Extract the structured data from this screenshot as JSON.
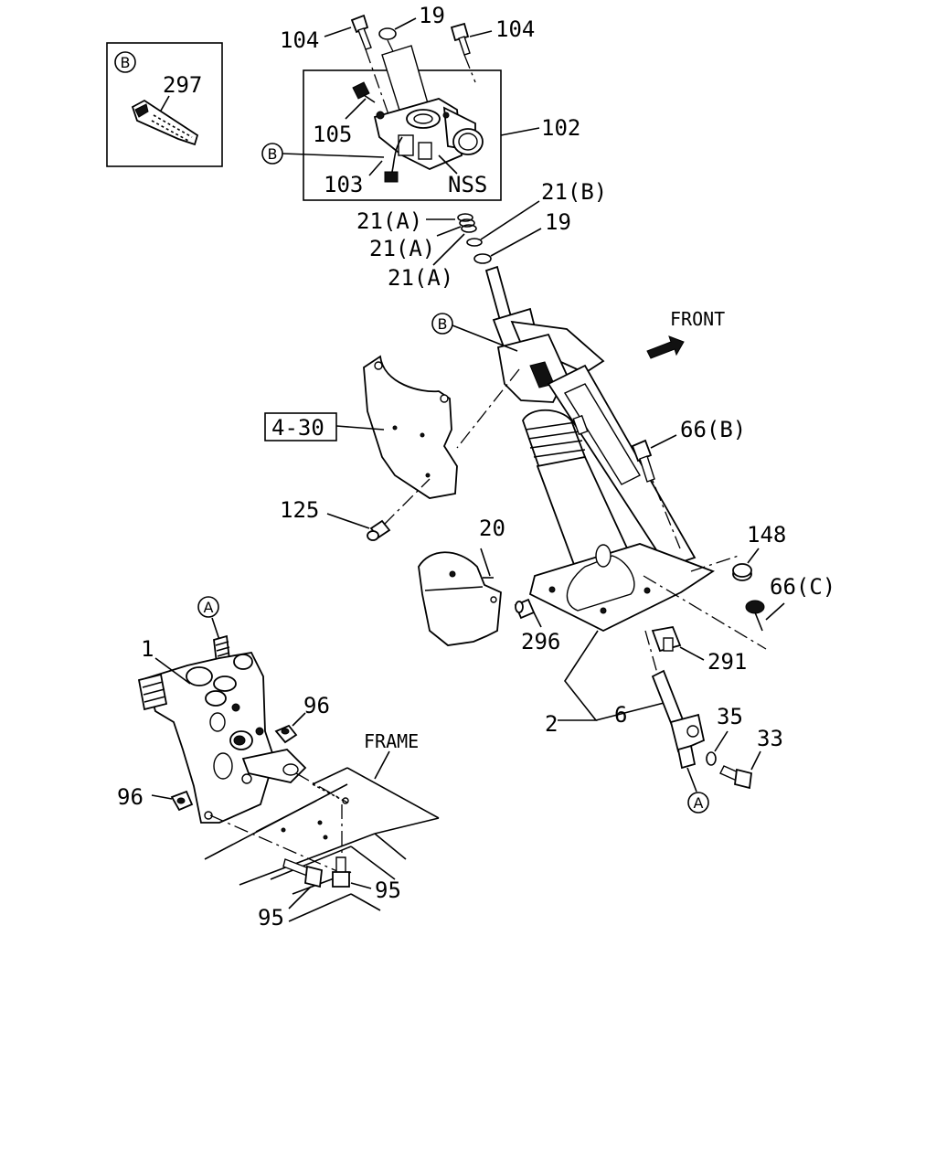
{
  "inset": {
    "callout": "B",
    "part": "297"
  },
  "parts": {
    "p104a": "104",
    "p19a": "19",
    "p104b": "104",
    "p105": "105",
    "p102": "102",
    "p103": "103",
    "nss": "NSS",
    "b_callout": "B",
    "p21b": "21(B)",
    "p19b": "19",
    "p21a1": "21(A)",
    "p21a2": "21(A)",
    "p21a3": "21(A)",
    "b_callout2": "B",
    "front": "FRONT",
    "ref430": "4-30",
    "p66b": "66(B)",
    "p125": "125",
    "p20": "20",
    "p148": "148",
    "p66c": "66(C)",
    "p296": "296",
    "p291": "291",
    "p2": "2",
    "p6": "6",
    "p35": "35",
    "p33": "33",
    "a_callout": "A",
    "a_callout2": "A",
    "p1": "1",
    "p96a": "96",
    "p96b": "96",
    "frame": "FRAME",
    "p95a": "95",
    "p95b": "95"
  }
}
